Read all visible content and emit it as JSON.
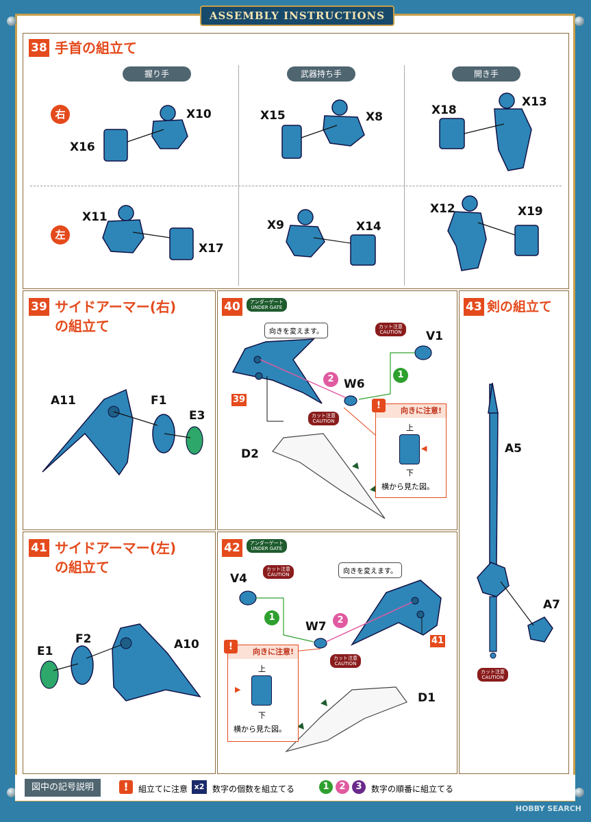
{
  "header": {
    "title": "ASSEMBLY INSTRUCTIONS"
  },
  "step38": {
    "number": "38",
    "title": "手首の組立て",
    "columns": [
      "握り手",
      "武器持ち手",
      "開き手"
    ],
    "side_right": "右",
    "side_left": "左",
    "parts": {
      "r1a": "X10",
      "r1b": "X16",
      "r2a": "X15",
      "r2b": "X8",
      "r3a": "X18",
      "r3b": "X13",
      "l1a": "X11",
      "l1b": "X17",
      "l2a": "X9",
      "l2b": "X14",
      "l3a": "X12",
      "l3b": "X19"
    }
  },
  "step39": {
    "number": "39",
    "title_line1": "サイドアーマー(右)",
    "title_line2": "の組立て",
    "parts": [
      "A11",
      "F1",
      "E3"
    ]
  },
  "step40": {
    "number": "40",
    "under_gate": [
      "アンダーゲート",
      "UNDER GATE"
    ],
    "bubble": "向きを変えます。",
    "caution": [
      "カット注意",
      "CAUTION"
    ],
    "parts": {
      "v": "V1",
      "w": "W6",
      "d": "D2"
    },
    "order": [
      "1",
      "2"
    ],
    "ref": "39",
    "note": {
      "title": "向きに注意!",
      "top": "上",
      "bottom": "下",
      "caption": "横から見た図。"
    }
  },
  "step41": {
    "number": "41",
    "title_line1": "サイドアーマー(左)",
    "title_line2": "の組立て",
    "parts": [
      "E1",
      "F2",
      "A10"
    ]
  },
  "step42": {
    "number": "42",
    "under_gate": [
      "アンダーゲート",
      "UNDER GATE"
    ],
    "bubble": "向きを変えます。",
    "caution": [
      "カット注意",
      "CAUTION"
    ],
    "parts": {
      "v": "V4",
      "w": "W7",
      "d": "D1"
    },
    "order": [
      "1",
      "2"
    ],
    "ref": "41",
    "note": {
      "title": "向きに注意!",
      "top": "上",
      "bottom": "下",
      "caption": "横から見た図。"
    }
  },
  "step43": {
    "number": "43",
    "title": "剣の組立て",
    "parts": [
      "A5",
      "A7"
    ],
    "caution": [
      "カット注意",
      "CAUTION"
    ]
  },
  "legend": {
    "title": "図中の記号説明",
    "item1": "組立てに注意",
    "item2_mark": "x2",
    "item2": "数字の個数を組立てる",
    "nums": [
      "1",
      "2",
      "3"
    ],
    "item3": "数字の順番に組立てる"
  },
  "watermark": "HOBBY SEARCH",
  "colors": {
    "part_blue": "#2e86b8",
    "accent_orange": "#e44a1c",
    "gold": "#c9a04a",
    "bg_blue": "#2f7fa8"
  }
}
